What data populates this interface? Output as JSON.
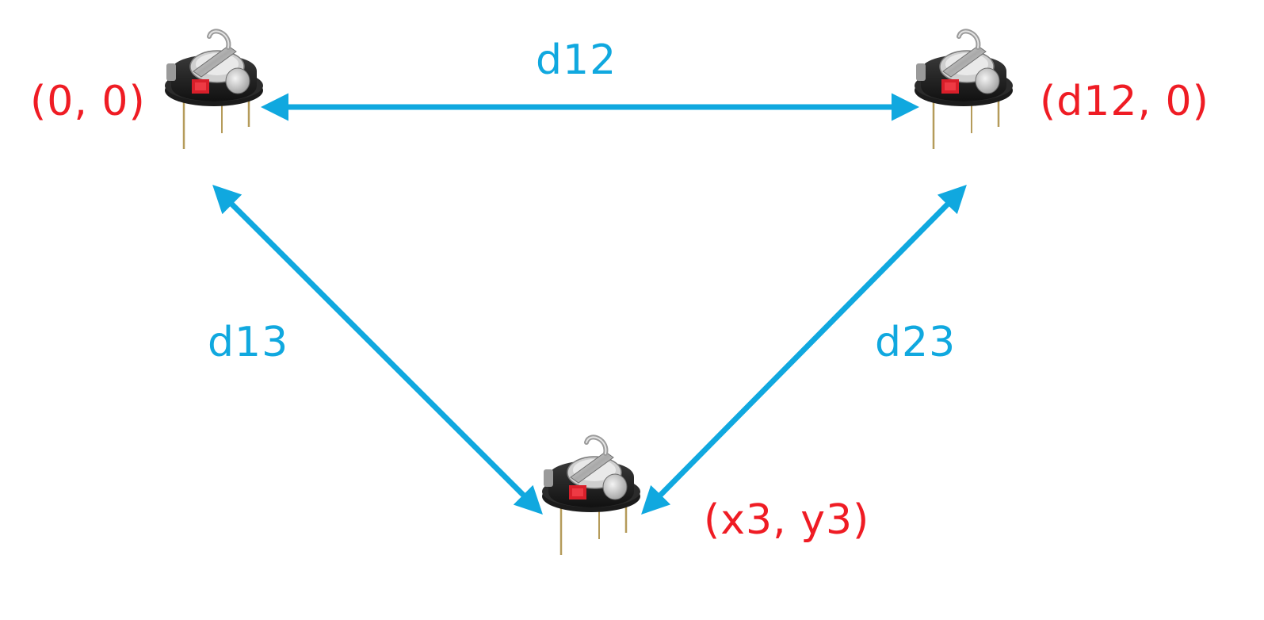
{
  "diagram": {
    "colors": {
      "arrow": "#10a8df",
      "distance_text": "#10a8df",
      "coordinate_text": "#ef1c24"
    },
    "nodes": [
      {
        "id": "robot-1",
        "coordinate_label": "(0, 0)",
        "icon": "kilobot-robot-icon"
      },
      {
        "id": "robot-2",
        "coordinate_label": "(d12, 0)",
        "icon": "kilobot-robot-icon"
      },
      {
        "id": "robot-3",
        "coordinate_label": "(x3, y3)",
        "icon": "kilobot-robot-icon"
      }
    ],
    "edges": [
      {
        "from": "robot-1",
        "to": "robot-2",
        "label": "d12",
        "bidirectional": true
      },
      {
        "from": "robot-1",
        "to": "robot-3",
        "label": "d13",
        "bidirectional": true
      },
      {
        "from": "robot-2",
        "to": "robot-3",
        "label": "d23",
        "bidirectional": true
      }
    ]
  }
}
